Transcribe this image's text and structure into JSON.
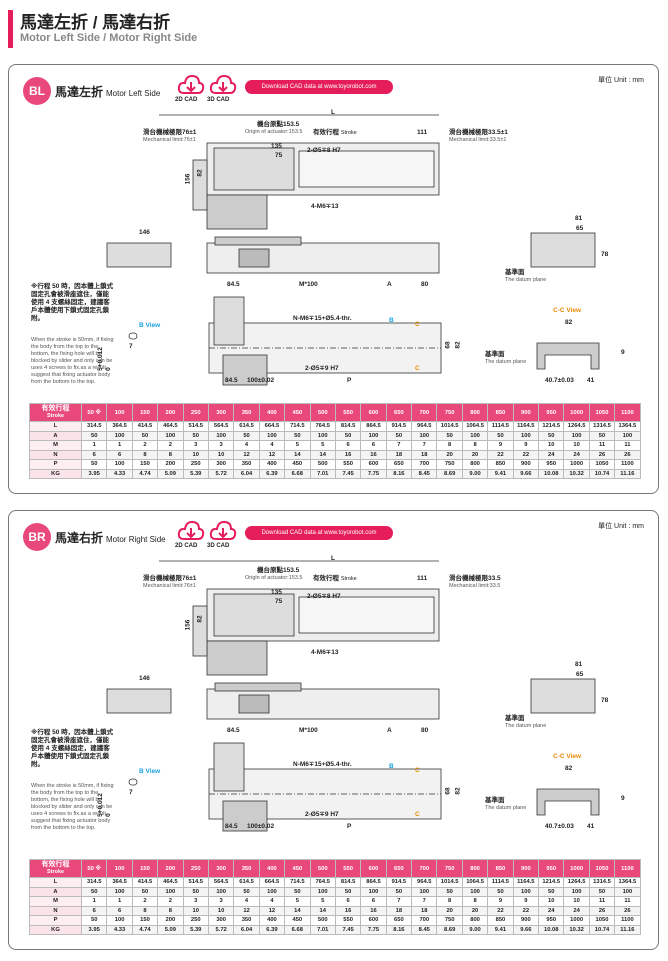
{
  "header": {
    "title_cn": "馬達左折 / 馬達右折",
    "title_en": "Motor Left Side / Motor Right Side"
  },
  "unit": "單位 Unit : mm",
  "download": "Download CAD data at www.toyorobot.com",
  "cad2d": "2D CAD",
  "cad3d": "3D CAD",
  "panels": [
    {
      "badge": "BL",
      "title_cn": "馬達左折",
      "title_en": "Motor Left Side",
      "labels": {
        "L": "L",
        "origin_cn": "機台原點153.5",
        "origin_en": "Origin of actuator:153.5",
        "left_lim_cn": "滑台機械極限76±1",
        "left_lim_en": "Mechanical limit:76±1",
        "stroke_cn": "有效行程",
        "stroke_en": "Stroke",
        "right_lim_cn": "滑台機械極限33.5±1",
        "right_lim_en": "Mechanical limit:33.5±1",
        "d111": "111",
        "d135": "135",
        "d75": "75",
        "pin": "2-Ø5∓8 H7",
        "tap": "4-M6∓13",
        "d156": "156",
        "d82": "82",
        "d146": "146",
        "d81": "81",
        "d65": "65",
        "d78": "78",
        "datum_cn": "基準面",
        "datum_en": "The datum plane",
        "d845": "84.5",
        "m100": "M*100",
        "dA": "A",
        "d80": "80",
        "n_tap": "N-M6∓15+Ø5.4-thr.",
        "pin2": "2-Ø5∓9 H7",
        "d68": "68",
        "d82b": "82",
        "d100": "100±0.02",
        "dP": "P",
        "bview": "B View",
        "ccview": "C-C View",
        "d7": "7",
        "d5": "5+0.012\n0",
        "d9": "9",
        "d407": "40.7±0.03",
        "d41": "41",
        "B": "B",
        "C": "C"
      },
      "note_cn": "※行程 50 時，因本體上鎖式固定孔會被滑座遮住，僅能使用 4 支螺絲固定，建議客戶本體使用下鎖式固定孔鎖附。",
      "note_en": "When the stroke is 50mm, if fixing the body from the top to the bottom, the fixing hole will be blocked by slider and only can be uses 4 screws to fix.as a result, suggest that fixing actuator body from the bottom to the top."
    },
    {
      "badge": "BR",
      "title_cn": "馬達右折",
      "title_en": "Motor Right Side",
      "labels": {
        "L": "L",
        "origin_cn": "機台原點153.5",
        "origin_en": "Origin of actuator:153.5",
        "left_lim_cn": "滑台機械極限76±1",
        "left_lim_en": "Mechanical limit:76±1",
        "stroke_cn": "有效行程",
        "stroke_en": "Stroke",
        "right_lim_cn": "滑台機械極限33.5",
        "right_lim_en": "Mechanical limit:33.5",
        "d111": "111",
        "d135": "135",
        "d75": "75",
        "pin": "2-Ø5∓8 H7",
        "tap": "4-M6∓13",
        "d156": "156",
        "d82": "82",
        "d146": "146",
        "d81": "81",
        "d65": "65",
        "d78": "78",
        "datum_cn": "基準面",
        "datum_en": "The datum plane",
        "d845": "84.5",
        "m100": "M*100",
        "dA": "A",
        "d80": "80",
        "n_tap": "N-M6∓15+Ø5.4-thr.",
        "pin2": "2-Ø5∓9 H7",
        "d68": "68",
        "d82b": "82",
        "d100": "100±0.02",
        "dP": "P",
        "bview": "B View",
        "ccview": "C-C View",
        "d7": "7",
        "d5": "5+0.012\n0",
        "d9": "9",
        "d407": "40.7±0.03",
        "d41": "41",
        "B": "B",
        "C": "C"
      },
      "note_cn": "※行程 50 時，因本體上鎖式固定孔會被滑座遮住，僅能使用 4 支螺絲固定，建議客戶本體使用下鎖式固定孔鎖附。",
      "note_en": "When the stroke is 50mm, if fixing the body from the top to the bottom, the fixing hole will be blocked by slider and only can be uses 4 screws to fix.as a result, suggest that fixing actuator body from the bottom to the top."
    }
  ],
  "table": {
    "head_cn": "有效行程",
    "head_en": "Stroke",
    "strokes": [
      "50 ※",
      "100",
      "150",
      "200",
      "250",
      "300",
      "350",
      "400",
      "450",
      "500",
      "550",
      "600",
      "650",
      "700",
      "750",
      "800",
      "850",
      "900",
      "950",
      "1000",
      "1050",
      "1100"
    ],
    "rows": [
      {
        "k": "L",
        "v": [
          "314.5",
          "364.5",
          "414.5",
          "464.5",
          "514.5",
          "564.5",
          "614.5",
          "664.5",
          "714.5",
          "764.5",
          "814.5",
          "864.5",
          "914.5",
          "964.5",
          "1014.5",
          "1064.5",
          "1114.5",
          "1164.5",
          "1214.5",
          "1264.5",
          "1314.5",
          "1364.5"
        ]
      },
      {
        "k": "A",
        "v": [
          "50",
          "100",
          "50",
          "100",
          "50",
          "100",
          "50",
          "100",
          "50",
          "100",
          "50",
          "100",
          "50",
          "100",
          "50",
          "100",
          "50",
          "100",
          "50",
          "100",
          "50",
          "100"
        ]
      },
      {
        "k": "M",
        "v": [
          "1",
          "1",
          "2",
          "2",
          "3",
          "3",
          "4",
          "4",
          "5",
          "5",
          "6",
          "6",
          "7",
          "7",
          "8",
          "8",
          "9",
          "9",
          "10",
          "10",
          "11",
          "11"
        ]
      },
      {
        "k": "N",
        "v": [
          "6",
          "6",
          "8",
          "8",
          "10",
          "10",
          "12",
          "12",
          "14",
          "14",
          "16",
          "16",
          "18",
          "18",
          "20",
          "20",
          "22",
          "22",
          "24",
          "24",
          "26",
          "26"
        ]
      },
      {
        "k": "P",
        "v": [
          "50",
          "100",
          "150",
          "200",
          "250",
          "300",
          "350",
          "400",
          "450",
          "500",
          "550",
          "600",
          "650",
          "700",
          "750",
          "800",
          "850",
          "900",
          "950",
          "1000",
          "1050",
          "1100"
        ]
      },
      {
        "k": "KG",
        "v": [
          "3.95",
          "4.33",
          "4.74",
          "5.09",
          "5.39",
          "5.72",
          "6.04",
          "6.39",
          "6.68",
          "7.01",
          "7.45",
          "7.75",
          "8.16",
          "8.45",
          "8.69",
          "9.00",
          "9.41",
          "9.66",
          "10.08",
          "10.32",
          "10.74",
          "11.16"
        ]
      }
    ]
  }
}
